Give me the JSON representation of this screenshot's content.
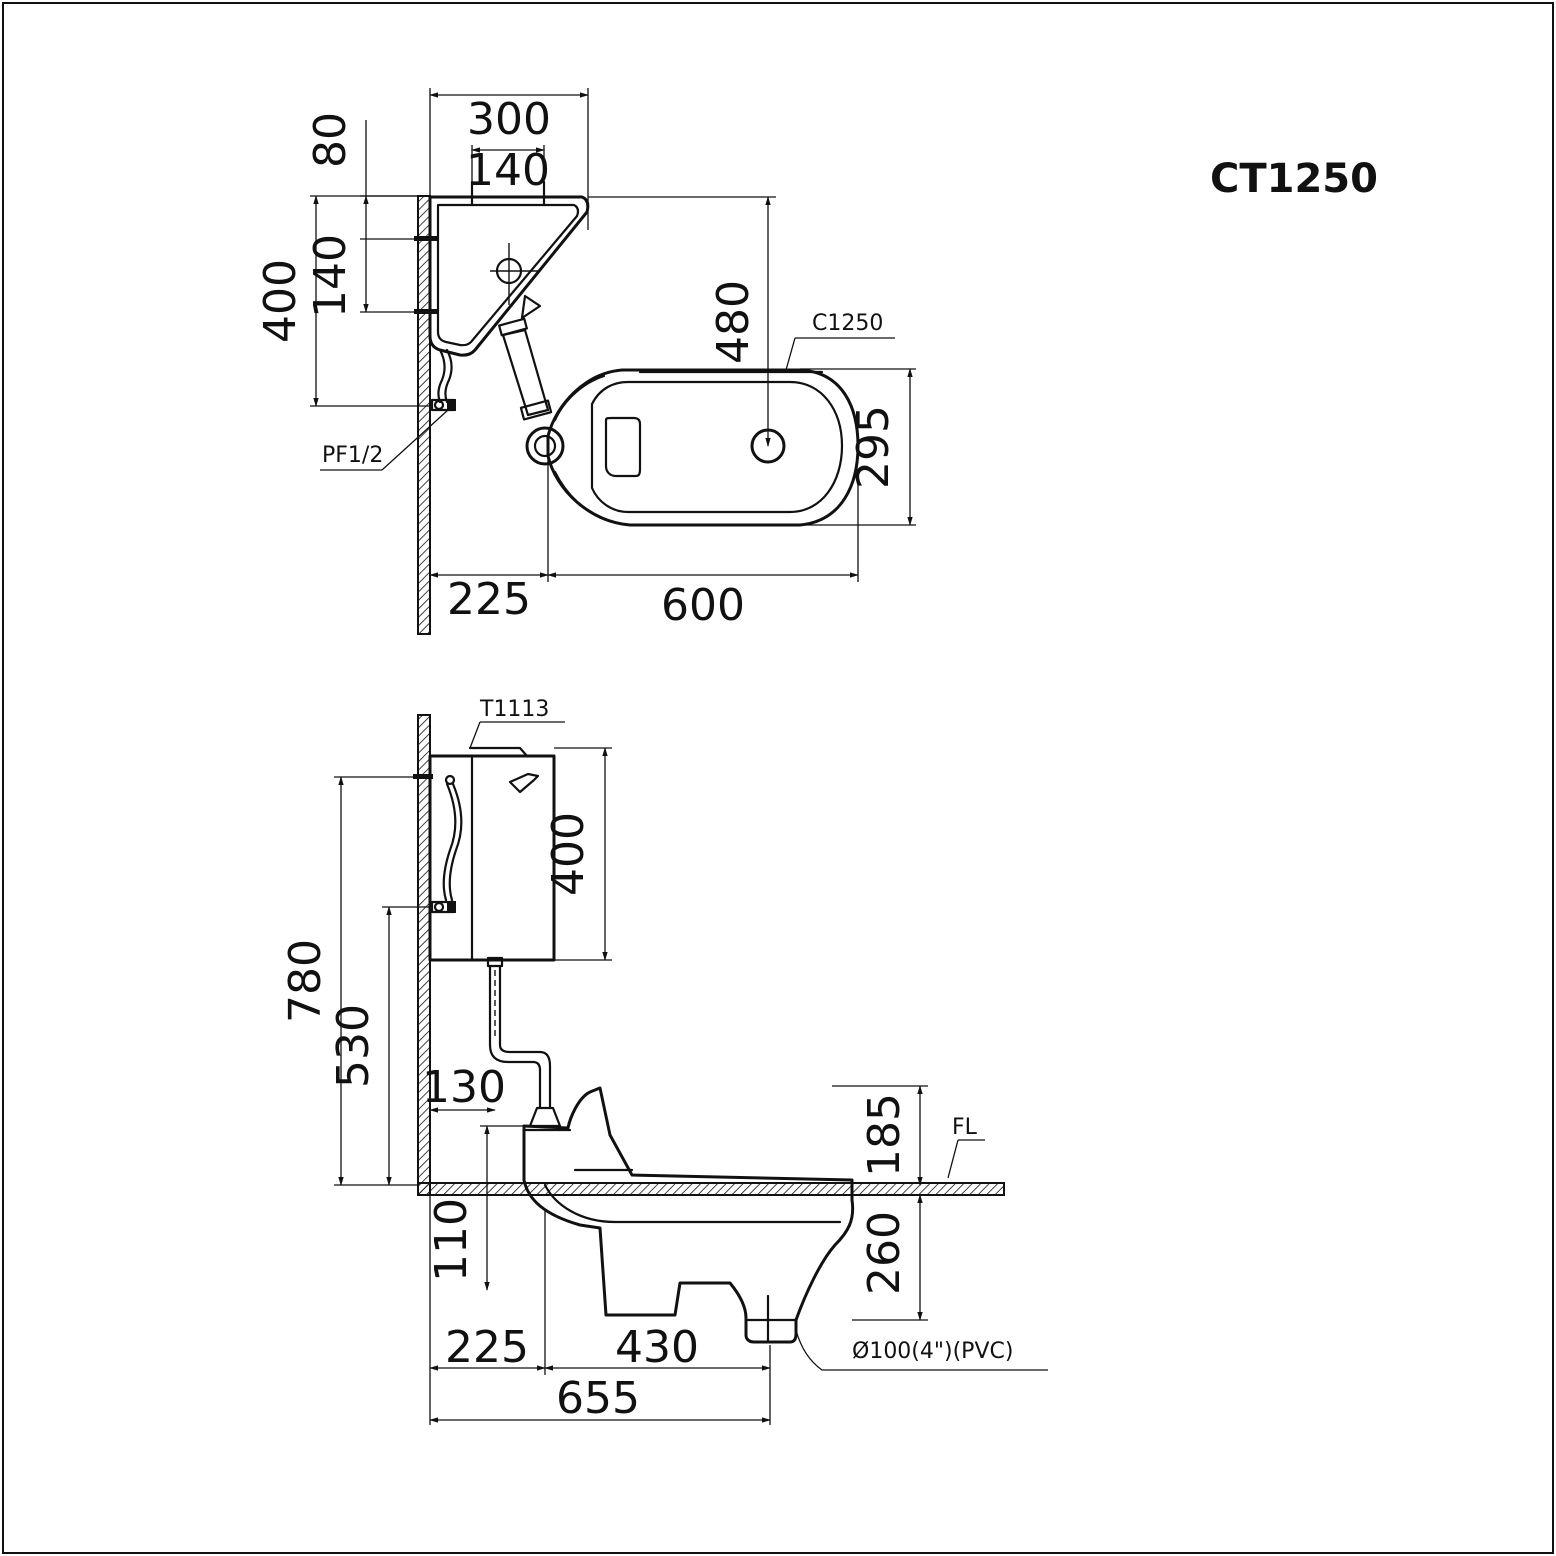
{
  "model": "CT1250",
  "plan_view": {
    "dims": {
      "tank_width": "300",
      "inlet_spacing": "140",
      "top_offset": "80",
      "bracket_spacing": "140",
      "tank_depth": "400",
      "tank_to_outlet": "480",
      "bowl_width": "295",
      "wall_to_flush": "225",
      "bowl_length": "600"
    },
    "labels": {
      "bowl_model": "C1250",
      "supply": "PF1/2"
    }
  },
  "side_view": {
    "dims": {
      "tank_height": "400",
      "tank_top_height": "780",
      "supply_height": "530",
      "pipe_offset": "130",
      "above_floor": "185",
      "below_floor": "260",
      "under_floor_pipe": "110",
      "wall_to_pipe": "225",
      "pipe_to_drain": "430",
      "wall_to_drain": "655"
    },
    "labels": {
      "tank_model": "T1113",
      "floor": "FL",
      "drain": "Ø100(4\")(PVC)"
    }
  }
}
